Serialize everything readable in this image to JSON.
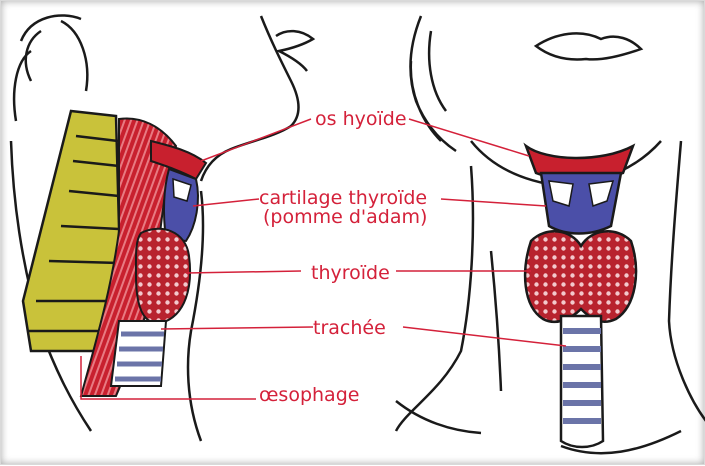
{
  "labels": {
    "hyoid": "os hyoïde",
    "thyroid_cartilage_line1": "cartilage thyroïde",
    "thyroid_cartilage_line2": "(pomme d'adam)",
    "thyroid": "thyroïde",
    "trachea": "trachée",
    "esophagus": "œsophage"
  },
  "colors": {
    "label_red": "#d4213a",
    "outline": "#1a1a1a",
    "vertebra": "#c9c23a",
    "muscle_red": "#c8202e",
    "thyroid_cartilage_blue": "#4b4fa8",
    "gland_red": "#b8232e",
    "trachea_ring": "#6b74a8"
  }
}
